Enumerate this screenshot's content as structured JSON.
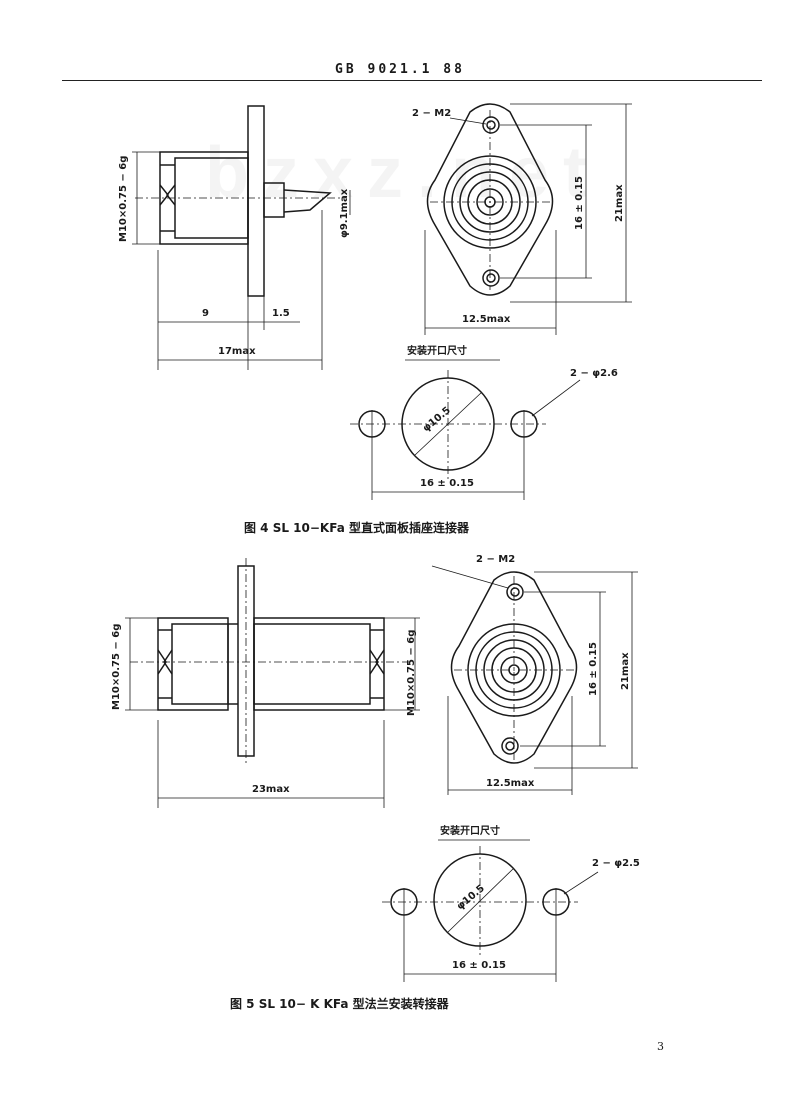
{
  "header": {
    "standard": "GB 9021.1  88"
  },
  "watermark": "bzxz.net",
  "figure4": {
    "caption": "图 4   SL 10−KFa 型直式面板插座连接器",
    "thread_label": "M10×0.75 − 6g",
    "pin_dia_label": "φ9.1max",
    "dim_9": "9",
    "dim_1_5": "1.5",
    "dim_17": "17max",
    "screw_label": "2 − M2",
    "dim_16": "16 ± 0.15",
    "dim_21": "21max",
    "dim_12_5": "12.5max",
    "cutout_title": "安装开口尺寸",
    "cutout_hole_label": "2 − φ2.6",
    "cutout_center_dia": "φ10.5",
    "cutout_spacing": "16 ± 0.15"
  },
  "figure5": {
    "caption": "图 5   SL 10− K KFa 型法兰安装转接器",
    "thread_left_label": "M10×0.75 − 6g",
    "thread_right_label": "M10×0.75 − 6g",
    "dim_23": "23max",
    "screw_label": "2 − M2",
    "dim_16": "16 ± 0.15",
    "dim_21": "21max",
    "dim_12_5": "12.5max",
    "cutout_title": "安装开口尺寸",
    "cutout_hole_label": "2 − φ2.5",
    "cutout_center_dia": "φ10.5",
    "cutout_spacing": "16 ± 0.15"
  },
  "page_number": "3"
}
